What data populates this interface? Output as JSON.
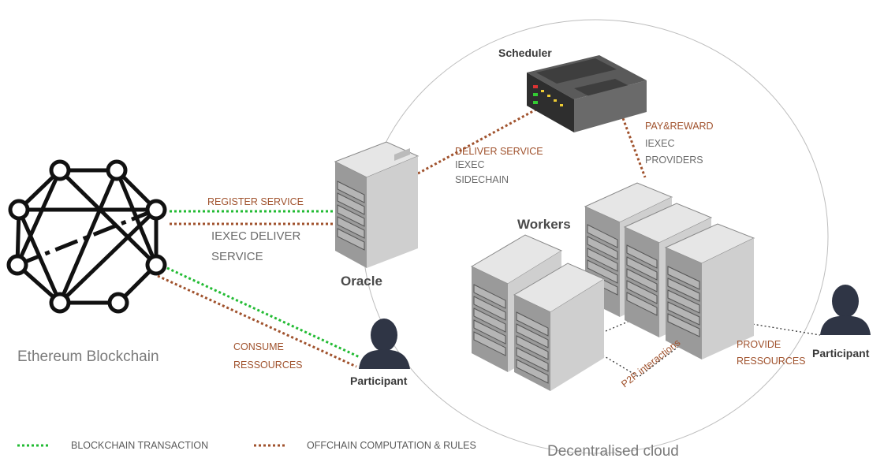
{
  "diagram": {
    "ethereum_label": "Ethereum Blockchain",
    "cloud_label": "Decentralised cloud",
    "scheduler_label": "Scheduler",
    "oracle_label": "Oracle",
    "workers_label": "Workers",
    "participant_left_label": "Participant",
    "participant_right_label": "Participant",
    "register_service": "REGISTER SERVICE",
    "iexec_deliver_service": [
      "IEXEC DELIVER",
      "SERVICE"
    ],
    "deliver_service": "DELIVER SERVICE",
    "iexec_sidechain": [
      "IEXEC",
      "SIDECHAIN"
    ],
    "pay_reward": "PAY&REWARD",
    "iexec_providers": [
      "IEXEC",
      "PROVIDERS"
    ],
    "consume_resources": [
      "CONSUME",
      "RESSOURCES"
    ],
    "provide_resources": [
      "PROVIDE",
      "RESSOURCES"
    ],
    "p2p_interactions": "P2P interactions"
  },
  "legend": {
    "blockchain_transaction": "BLOCKCHAIN TRANSACTION",
    "offchain_computation": "OFFCHAIN COMPUTATION & RULES"
  },
  "colors": {
    "green_dotted": "#22bb33",
    "brown_dotted": "#a0522d",
    "participant": "#2f3545",
    "server_side": "#8f8f8f",
    "server_front": "#d9d9d9"
  }
}
